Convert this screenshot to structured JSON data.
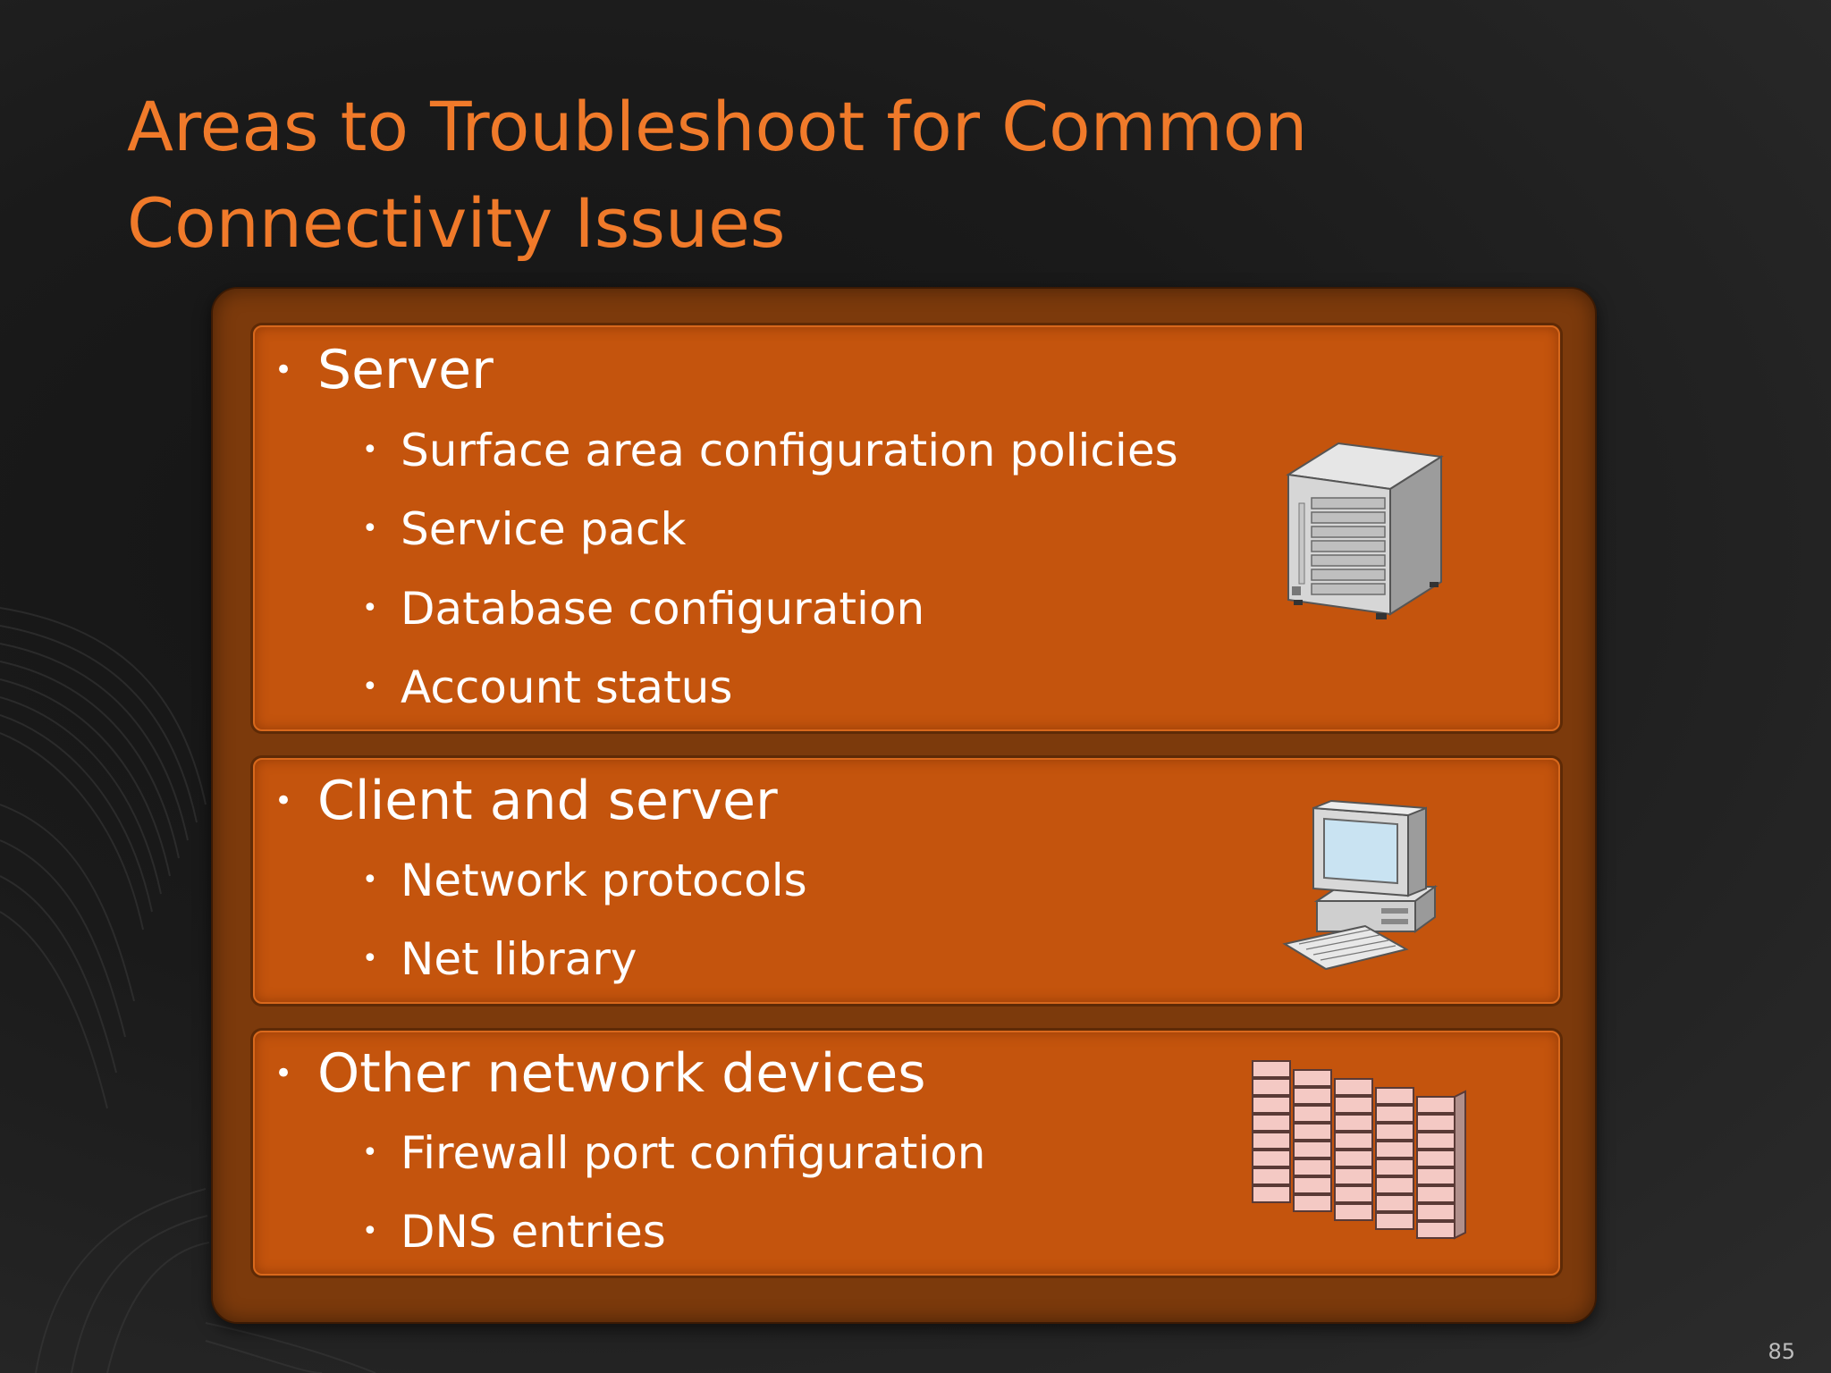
{
  "slide": {
    "title": "Areas to Troubleshoot for Common Connectivity Issues",
    "page_number": "85"
  },
  "sections": [
    {
      "heading": "Server",
      "items": [
        "Surface area configuration policies",
        "Service pack",
        "Database configuration",
        "Account status"
      ],
      "icon": "server-icon"
    },
    {
      "heading": "Client and server",
      "items": [
        "Network protocols",
        "Net library"
      ],
      "icon": "desktop-computer-icon"
    },
    {
      "heading": "Other network devices",
      "items": [
        "Firewall port configuration",
        "DNS entries"
      ],
      "icon": "firewall-brick-wall-icon"
    }
  ],
  "colors": {
    "title": "#f07a2a",
    "panel": "#c4540d",
    "outer_frame": "#7c3a0c",
    "text": "#ffffff"
  }
}
